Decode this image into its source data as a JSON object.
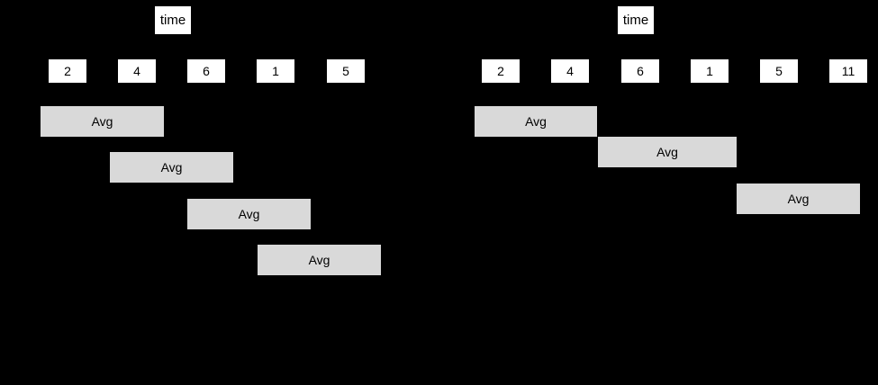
{
  "left": {
    "time_label": "time",
    "values": [
      "2",
      "4",
      "6",
      "1",
      "5"
    ],
    "windows": [
      "Avg",
      "Avg",
      "Avg",
      "Avg"
    ]
  },
  "right": {
    "time_label": "time",
    "values": [
      "2",
      "4",
      "6",
      "1",
      "5",
      "11"
    ],
    "windows": [
      "Avg",
      "Avg",
      "Avg"
    ]
  },
  "colors": {
    "background": "#000000",
    "value_box": "#ffffff",
    "avg_box": "#d9d9d9"
  }
}
